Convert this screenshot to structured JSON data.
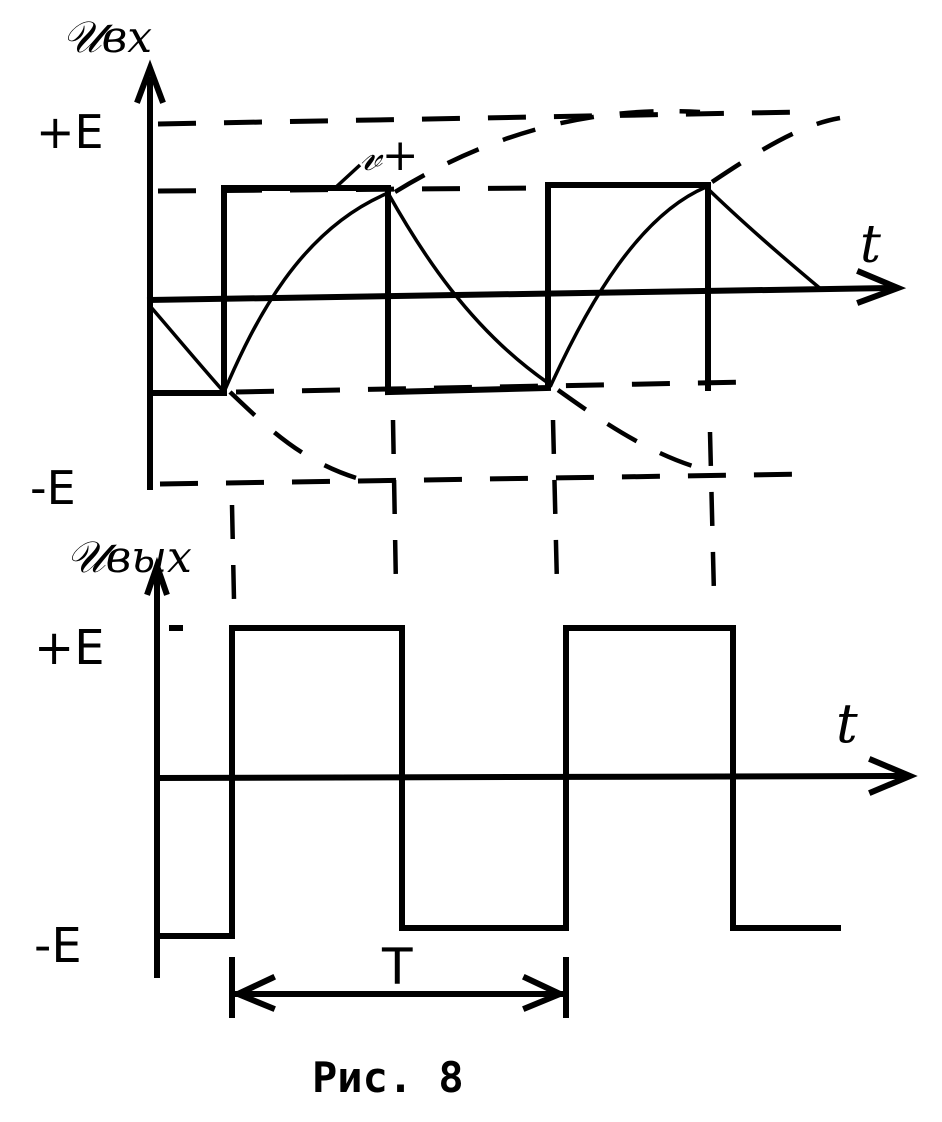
{
  "top_plot": {
    "y_axis_label": "𝒰вх",
    "x_axis_label": "t",
    "level_pos": "+E",
    "level_neg": "-E",
    "curve_label": "𝓋+"
  },
  "bottom_plot": {
    "y_axis_label": "𝒰вых",
    "x_axis_label": "t",
    "level_pos": "+E",
    "level_neg": "-E",
    "period_label": "T"
  },
  "caption": "Рис. 8"
}
